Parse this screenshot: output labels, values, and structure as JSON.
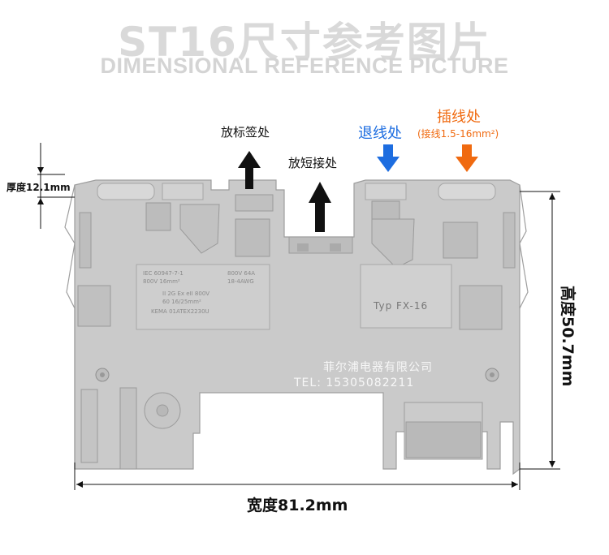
{
  "title": {
    "chinese": "ST16尺寸参考图片",
    "english": "DIMENSIONAL REFERENCE PICTURE"
  },
  "callouts": {
    "label_position": "放标签处",
    "jumper_position": "放短接处",
    "release": "退线处",
    "insert": "插线处",
    "insert_range": "(接线1.5-16mm²)"
  },
  "dimensions": {
    "thickness": "厚度12.1mm",
    "height": "高度50.7mm",
    "width": "宽度81.2mm"
  },
  "product_markings": {
    "cert_lines": [
      "IEC 60947-7-1",
      "800V 16mm²",
      "800V 64A",
      "18-4AWG",
      "II 2G Ex eII 800V",
      "60 16/25mm²",
      "KEMA 01ATEX2230U"
    ],
    "type_label": "Typ FX-16"
  },
  "watermark": {
    "company": "菲尔浦电器有限公司",
    "tel": "TEL: 15305082211"
  },
  "colors": {
    "title": "#d9d9d9",
    "blue_callout": "#1d6de0",
    "orange_callout": "#f06a10",
    "part_body": "#c8c8c8"
  }
}
